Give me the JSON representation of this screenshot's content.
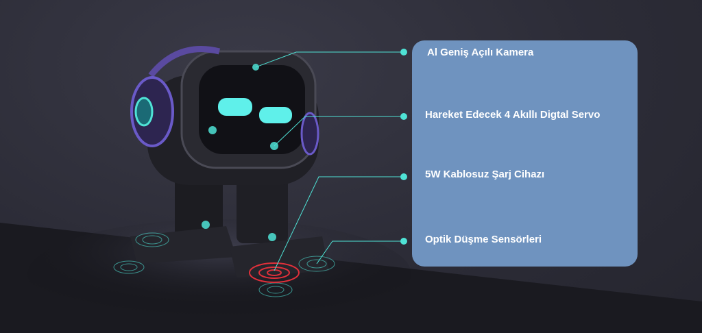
{
  "features": [
    {
      "label": "Al Geniş Açılı Kamera"
    },
    {
      "label": "Hareket Edecek 4 Akıllı Digtal Servo"
    },
    {
      "label": "5W Kablosuz Şarj Cihazı"
    },
    {
      "label": "Optik Düşme Sensörleri"
    }
  ],
  "colors": {
    "accent": "#4fe3d6",
    "panel": "#6f93bf",
    "eyes": "#5ff0ea",
    "wireless_ring": "#e0303a"
  }
}
